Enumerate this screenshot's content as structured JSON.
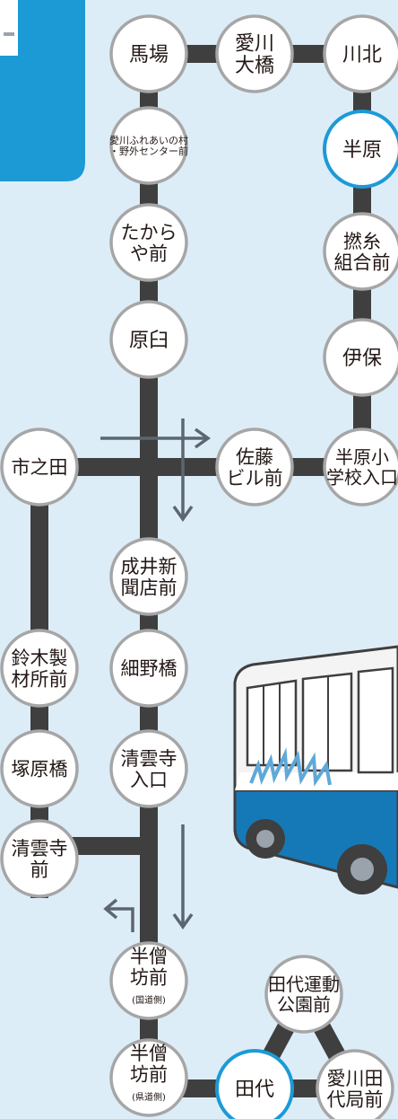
{
  "colors": {
    "background": "#dcedf8",
    "route_line": "#3f3f3f",
    "stop_fill": "#ffffff",
    "stop_border": "#a6a6a6",
    "stop_highlight_border": "#1c9ad6",
    "panel_blue": "#1c9ad6",
    "direction_arrow": "#5c6670",
    "bus_body": "#f4f4f4",
    "bus_stripe": "#1579b7"
  },
  "stops": [
    {
      "id": "baba",
      "name": [
        "馬場"
      ]
    },
    {
      "id": "aikawa-ohashi",
      "name": [
        "愛川",
        "大橋"
      ]
    },
    {
      "id": "kawakita",
      "name": [
        "川北"
      ]
    },
    {
      "id": "fureai",
      "name": [
        "愛川ふれあいの村",
        "・野外センター前"
      ]
    },
    {
      "id": "hanbara",
      "name": [
        "半原"
      ],
      "highlight": true
    },
    {
      "id": "takaraya",
      "name": [
        "たから",
        "や前"
      ]
    },
    {
      "id": "nenshi",
      "name": [
        "撚糸",
        "組合前"
      ]
    },
    {
      "id": "harausu",
      "name": [
        "原臼"
      ]
    },
    {
      "id": "iho",
      "name": [
        "伊保"
      ]
    },
    {
      "id": "ichinota",
      "name": [
        "市之田"
      ]
    },
    {
      "id": "sato-biru",
      "name": [
        "佐藤",
        "ビル前"
      ]
    },
    {
      "id": "hanbara-sho",
      "name": [
        "半原小",
        "学校入口"
      ]
    },
    {
      "id": "narui",
      "name": [
        "成井新",
        "聞店前"
      ]
    },
    {
      "id": "suzuki",
      "name": [
        "鈴木製",
        "材所前"
      ]
    },
    {
      "id": "hosonobashi",
      "name": [
        "細野橋"
      ]
    },
    {
      "id": "tsukahara",
      "name": [
        "塚原橋"
      ]
    },
    {
      "id": "seiunji-iriguchi",
      "name": [
        "清雲寺",
        "入口"
      ]
    },
    {
      "id": "seiunji",
      "name": [
        "清雲寺",
        "前"
      ]
    },
    {
      "id": "hanzo-kokudo",
      "name": [
        "半僧",
        "坊前"
      ],
      "note": "(国道側)"
    },
    {
      "id": "tashiro-undo",
      "name": [
        "田代運動",
        "公園前"
      ]
    },
    {
      "id": "hanzo-kendo",
      "name": [
        "半僧",
        "坊前"
      ],
      "note": "(県道側)"
    },
    {
      "id": "tashiro",
      "name": [
        "田代"
      ],
      "highlight": true
    },
    {
      "id": "aikawa-tashiro",
      "name": [
        "愛川田",
        "代局前"
      ]
    }
  ]
}
